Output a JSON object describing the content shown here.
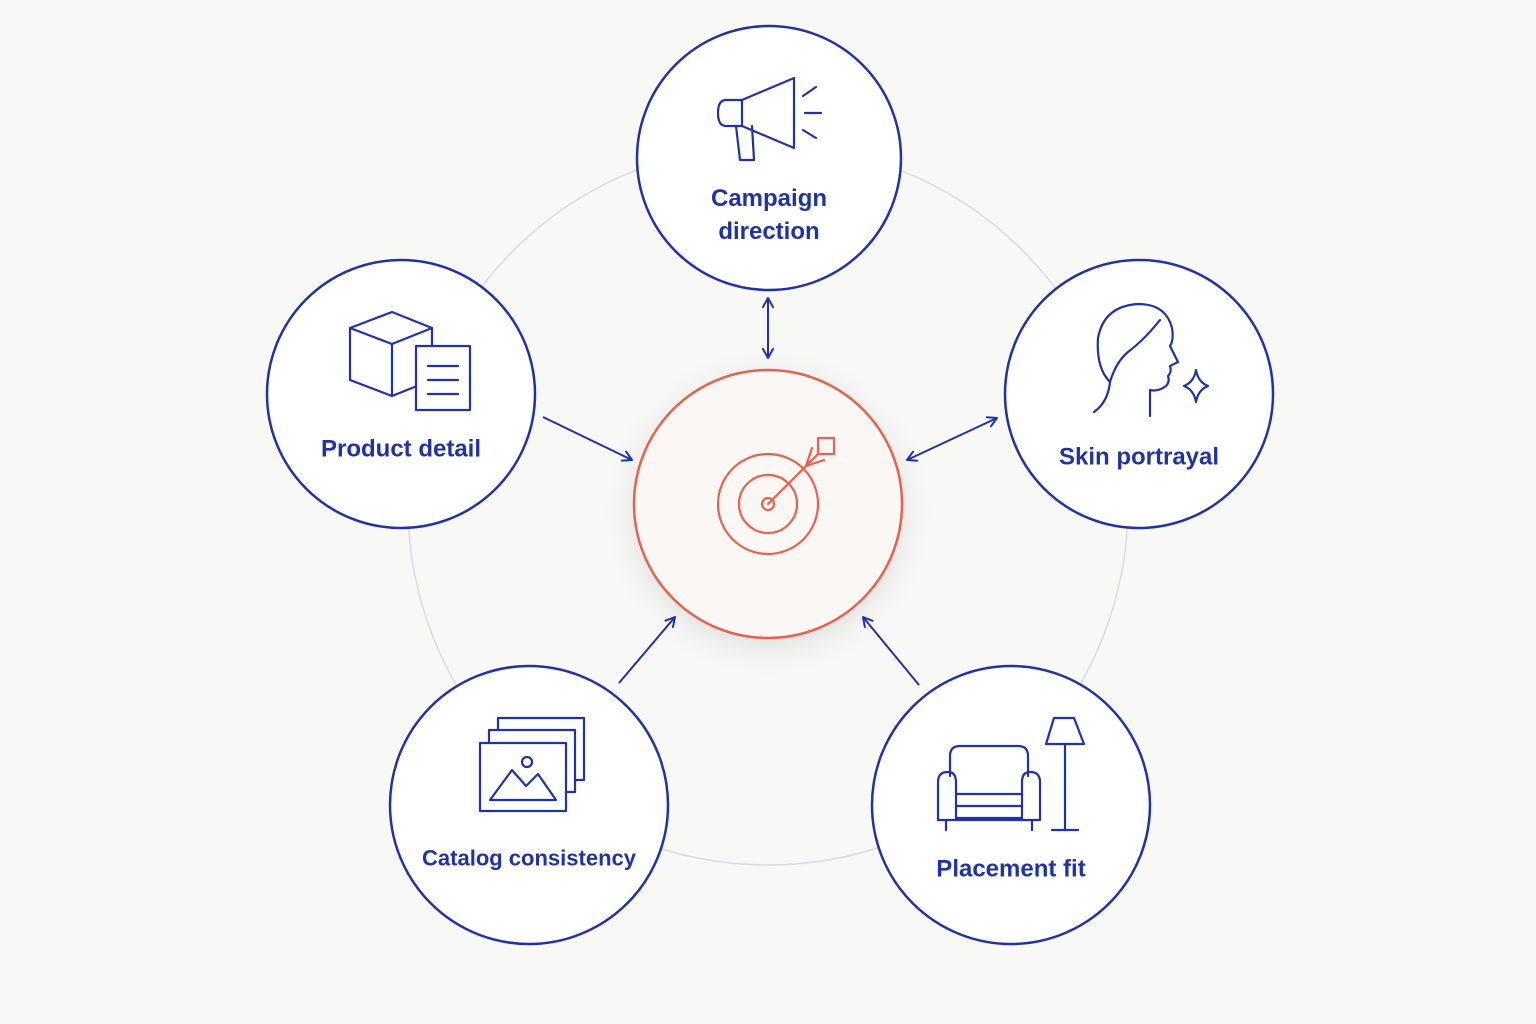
{
  "colors": {
    "background": "#f8f8f7",
    "primary_stroke": "#1f33a6",
    "center_stroke": "#e8624c",
    "ring": "#d8dbe6"
  },
  "center": {
    "icon": "target-arrow-icon"
  },
  "nodes": [
    {
      "id": "campaign",
      "icon": "megaphone-icon",
      "label_lines": [
        "Campaign",
        "direction"
      ]
    },
    {
      "id": "product",
      "icon": "box-document-icon",
      "label_lines": [
        "Product detail"
      ]
    },
    {
      "id": "skin",
      "icon": "face-sparkle-icon",
      "label_lines": [
        "Skin portrayal"
      ]
    },
    {
      "id": "catalog",
      "icon": "image-stack-icon",
      "label_lines": [
        "Catalog consistency"
      ]
    },
    {
      "id": "placement",
      "icon": "sofa-lamp-icon",
      "label_lines": [
        "Placement fit"
      ]
    }
  ],
  "connections": [
    {
      "from": "campaign",
      "to": "center",
      "direction": "both"
    },
    {
      "from": "product",
      "to": "center",
      "direction": "to-center"
    },
    {
      "from": "skin",
      "to": "center",
      "direction": "both"
    },
    {
      "from": "catalog",
      "to": "center",
      "direction": "to-center"
    },
    {
      "from": "placement",
      "to": "center",
      "direction": "to-center"
    }
  ]
}
